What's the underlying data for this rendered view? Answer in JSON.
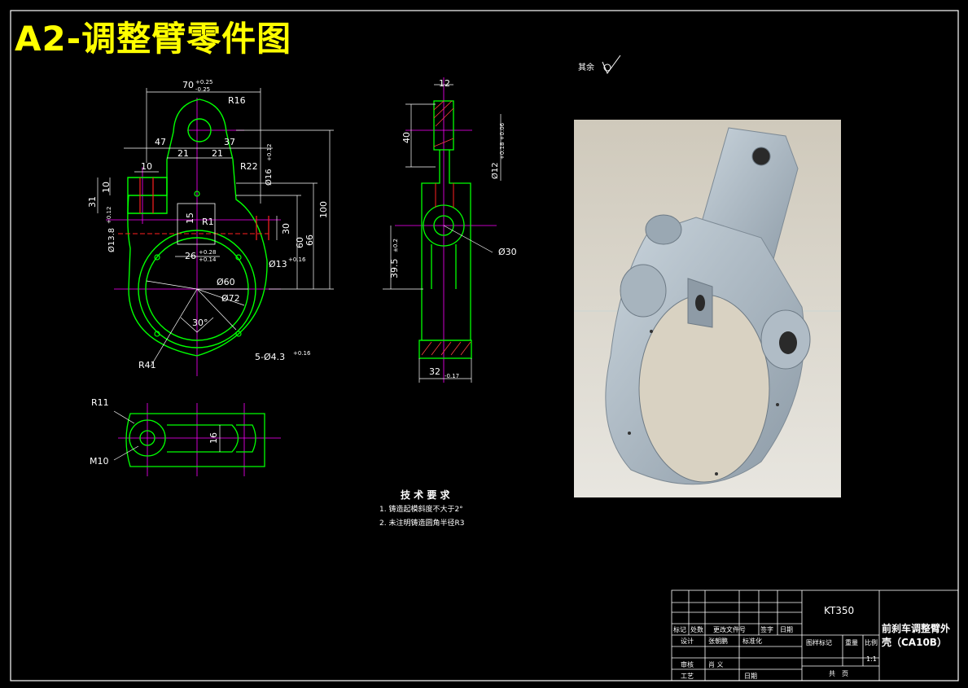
{
  "title": "A2-调整臂零件图",
  "surface_note": "其余",
  "dims": {
    "d70": "70",
    "d70_tol_upper": "+0.25",
    "d70_tol_lower": "-0.25",
    "r16": "R16",
    "d47": "47",
    "d37": "37",
    "d21a": "21",
    "d21b": "21",
    "d10": "10",
    "d10b": "10",
    "d31": "31",
    "r22": "R22",
    "d15": "15",
    "r1": "R1",
    "d13_8": "Ø13.8",
    "d13_8_tol": "+0.12",
    "d26": "26",
    "d26_tol_upper": "+0.28",
    "d26_tol_lower": "+0.14",
    "d16": "Ø16",
    "d16_tol": "+0.12",
    "d30v": "30",
    "d60v": "60",
    "d66": "66",
    "d100": "100",
    "d13": "Ø13",
    "d13_tol": "+0.16",
    "d60": "Ø60",
    "d72": "Ø72",
    "d30deg": "30°",
    "r41": "R41",
    "holes": "5-Ø4.3",
    "holes_tol": "+0.16",
    "d12": "12",
    "d40": "40",
    "d12b": "Ø12",
    "d12b_tol": "+0.18 +0.06",
    "d39_5": "39.5",
    "d39_5_tol": "±0.2",
    "d30circ": "Ø30",
    "d32": "32",
    "d32_tol": "-0.17",
    "r11": "R11",
    "m10": "M10",
    "d16b": "16"
  },
  "tech_req": {
    "heading": "技 术 要 求",
    "items": [
      "1. 铸造起模斜度不大于2°",
      "2. 未注明铸造圆角半径R3"
    ]
  },
  "title_block": {
    "material": "KT350",
    "part_name": "前刹车调整臂外壳（CA10B）",
    "row_labels": [
      "标记",
      "处数",
      "更改文件号",
      "签字",
      "日期"
    ],
    "design": "设计",
    "designer": "张朝鹏",
    "standard": "标准化",
    "stage_mark": "图样标记",
    "weight": "重量",
    "scale_label": "比例",
    "scale": "1:1",
    "review": "审核",
    "reviewer": "肖 义",
    "process": "工艺",
    "date": "日期",
    "sheets": "共　页"
  },
  "colors": {
    "background": "#000000",
    "title": "#ffff00",
    "outline": "#00ff00",
    "center": "#ff00ff",
    "dim": "#ffffff",
    "hidden": "#ff0000",
    "render_bg": "#d9d2c2",
    "part": "#b8c6d1"
  }
}
